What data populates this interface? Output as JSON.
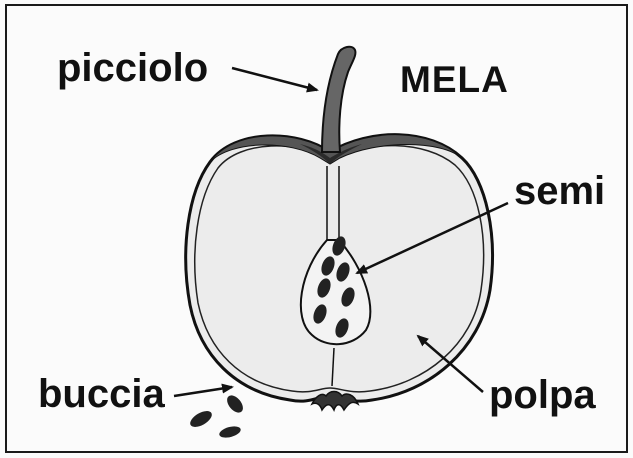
{
  "diagram": {
    "title": "MELA",
    "labels": {
      "stem": "picciolo",
      "seeds": "semi",
      "flesh": "polpa",
      "skin": "buccia"
    },
    "colors": {
      "ink": "#111111",
      "flesh": "#e9e9e9",
      "skin_dark": "#555555",
      "background": "#fbfbfb"
    }
  }
}
